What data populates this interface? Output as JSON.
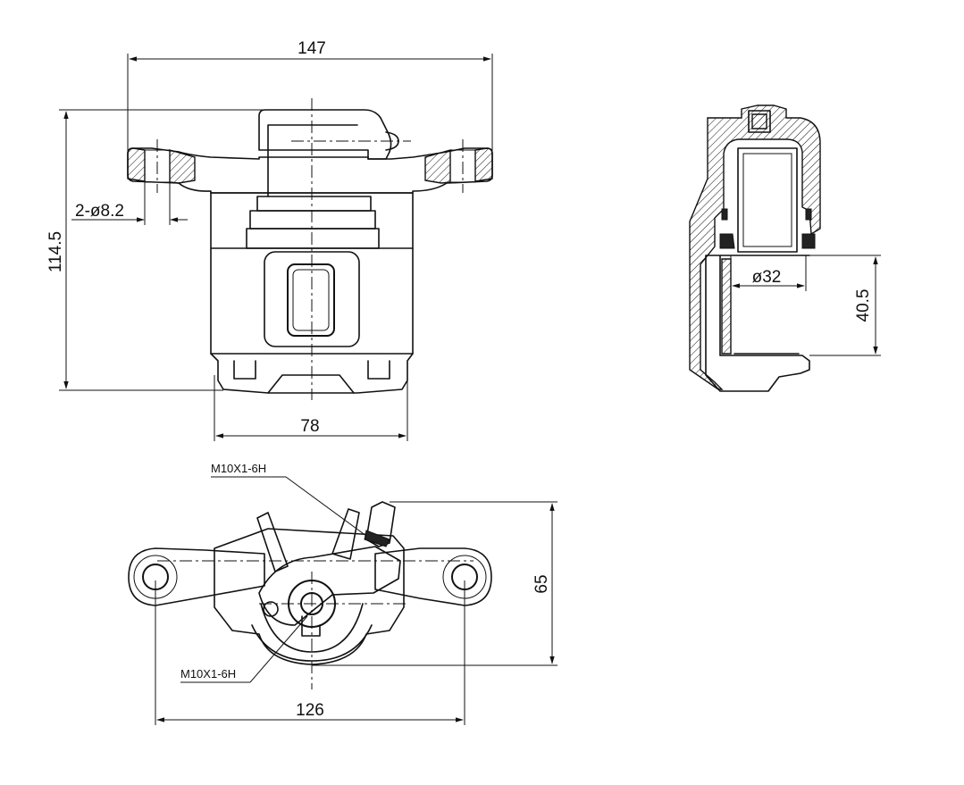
{
  "dimensions": {
    "front_width": "147",
    "front_height": "114.5",
    "front_hole": "2-ø8.2",
    "front_body_width": "78",
    "section_bore": "ø32",
    "section_depth": "40.5",
    "top_mount_spacing": "126",
    "top_height": "65"
  },
  "notes": {
    "thread_upper": "M10X1-6H",
    "thread_lower": "M10X1-6H"
  },
  "colors": {
    "line": "#111111",
    "background": "#ffffff"
  }
}
